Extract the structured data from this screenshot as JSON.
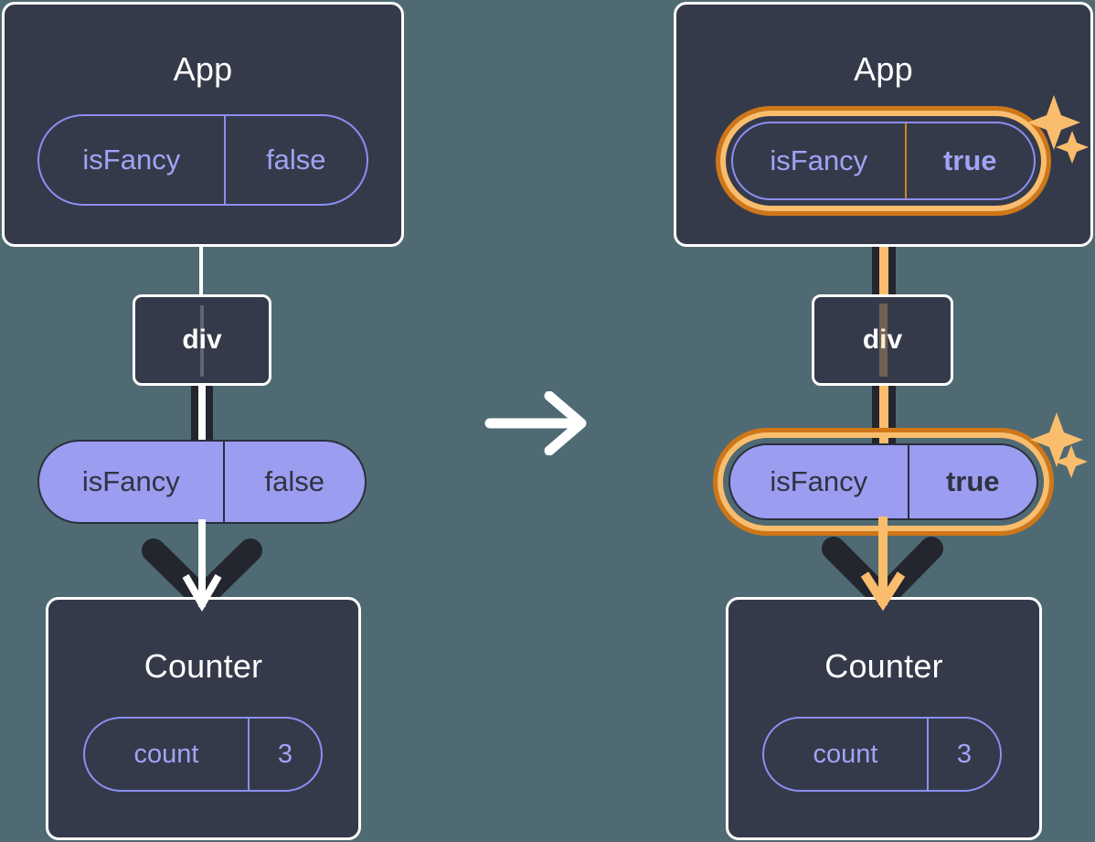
{
  "diagram": {
    "title": "react-state-propagation-before-after",
    "background_color": "#4f6a72",
    "transition_icon": "right-arrow-icon"
  },
  "colors": {
    "background": "#4f6a72",
    "panel_fill": "#353a4a",
    "panel_border": "#ffffff",
    "pill_solid_fill": "#9a9df0",
    "pill_outline_stroke": "#8b8ff2",
    "pill_outline_text": "#9fa4f5",
    "pill_solid_text": "#2f3340",
    "highlight_outer": "#cf7718",
    "highlight_inner": "#f9bd6d",
    "connector_white": "#ffffff",
    "connector_dark": "#23252f",
    "connector_orange": "#f9bd6d",
    "sparkle": "#f9bd6d"
  },
  "before": {
    "app": {
      "label": "App",
      "state_pill": {
        "name": "isFancy",
        "value": "false",
        "highlighted": false,
        "bold_value": false
      }
    },
    "div": {
      "label": "div"
    },
    "prop_pill": {
      "name": "isFancy",
      "value": "false",
      "highlighted": false,
      "bold_value": false
    },
    "counter": {
      "label": "Counter",
      "state_pill": {
        "name": "count",
        "value": "3",
        "highlighted": false,
        "bold_value": false
      }
    },
    "sparkles": false
  },
  "after": {
    "app": {
      "label": "App",
      "state_pill": {
        "name": "isFancy",
        "value": "true",
        "highlighted": true,
        "bold_value": true
      }
    },
    "div": {
      "label": "div"
    },
    "prop_pill": {
      "name": "isFancy",
      "value": "true",
      "highlighted": true,
      "bold_value": true
    },
    "counter": {
      "label": "Counter",
      "state_pill": {
        "name": "count",
        "value": "3",
        "highlighted": false,
        "bold_value": false
      }
    },
    "sparkles": true
  }
}
